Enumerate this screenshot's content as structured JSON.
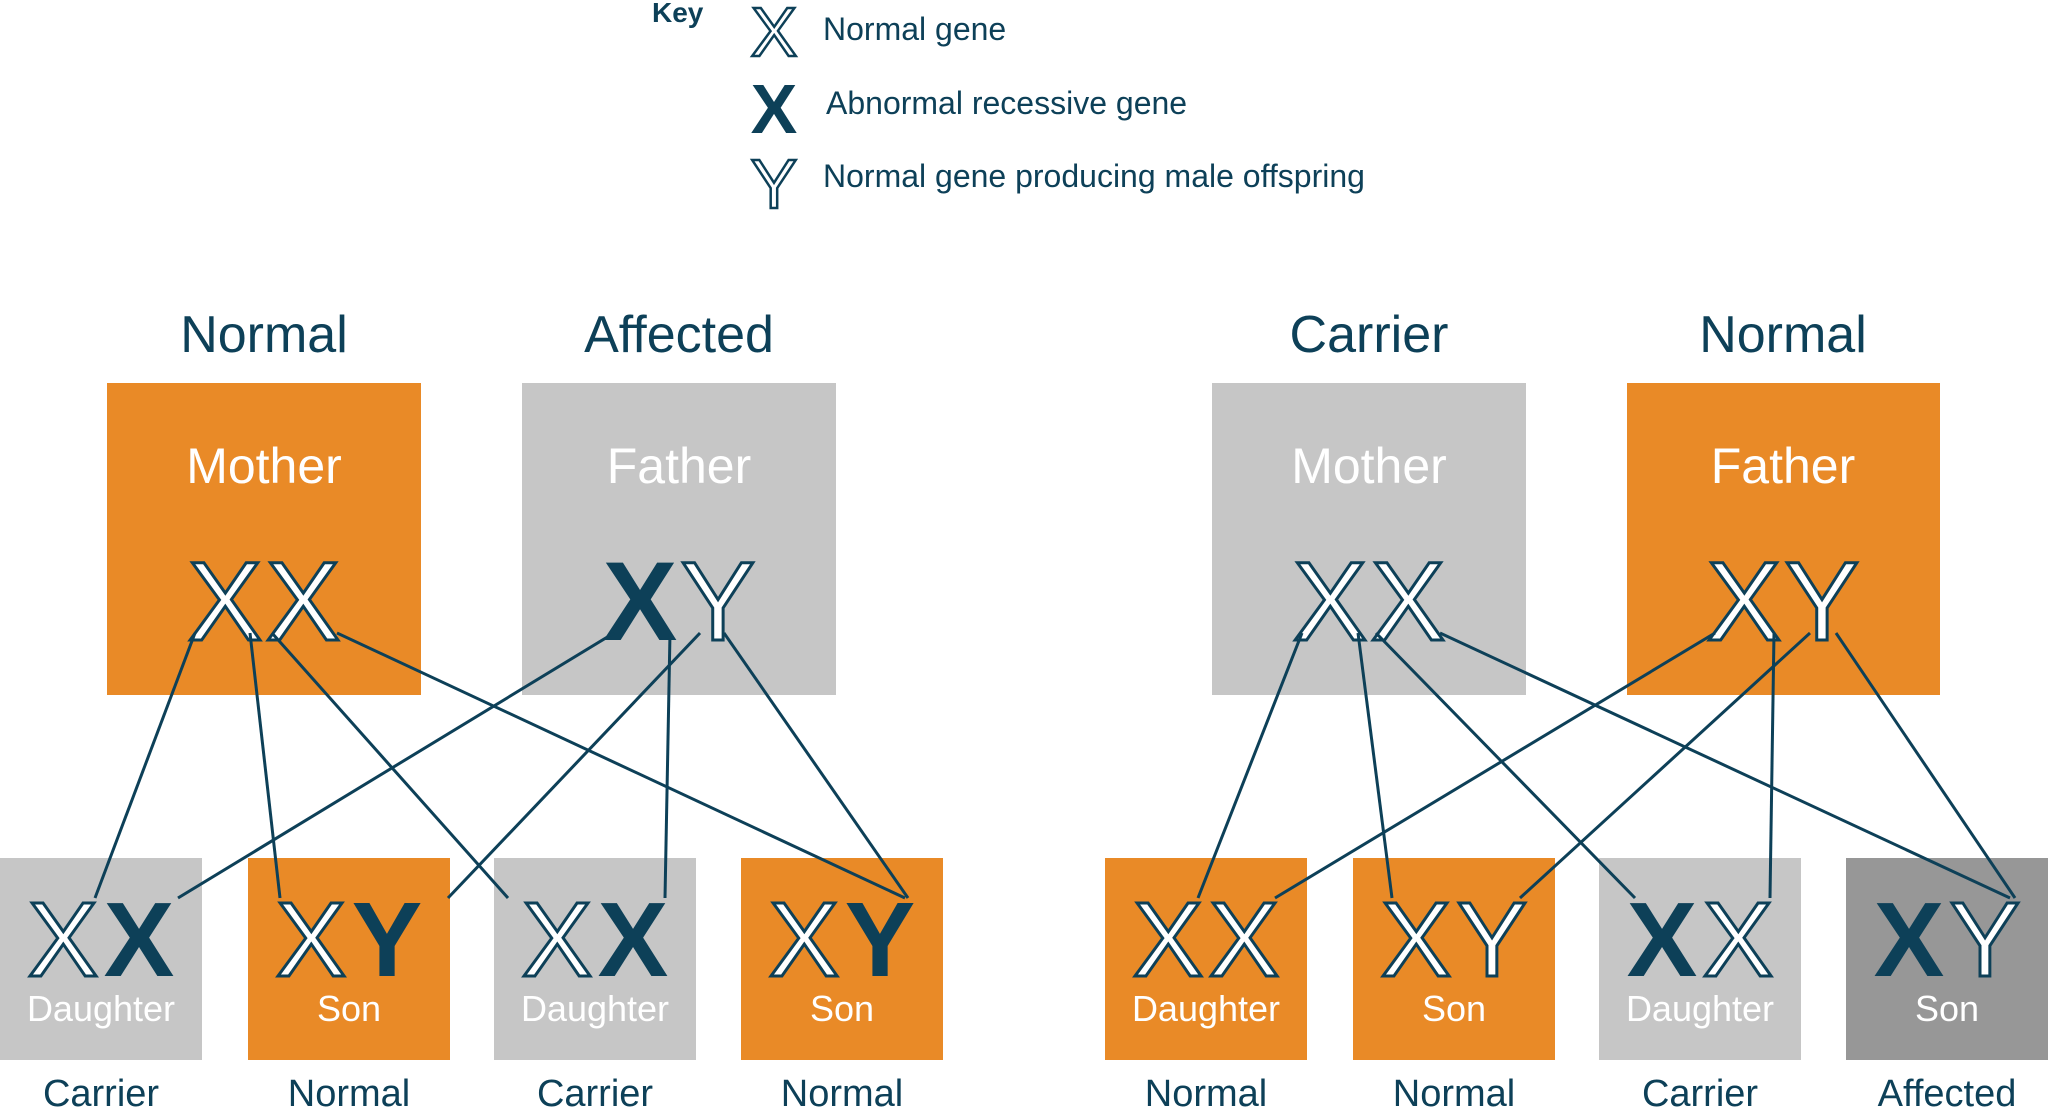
{
  "colors": {
    "navy": "#0d4058",
    "orange": "#e98a27",
    "gray": "#c6c6c6",
    "dark_gray": "#979797",
    "white": "#ffffff"
  },
  "key": {
    "title": "Key",
    "items": [
      {
        "glyph": "X",
        "style": "outline",
        "label": "Normal gene"
      },
      {
        "glyph": "X",
        "style": "solid",
        "label": "Abnormal recessive gene"
      },
      {
        "glyph": "Y",
        "style": "outline",
        "label": "Normal gene producing male offspring"
      }
    ]
  },
  "families": [
    {
      "parents": [
        {
          "status": "Normal",
          "role": "Mother",
          "fill": "orange",
          "genes": [
            {
              "g": "X",
              "abn": false
            },
            {
              "g": "X",
              "abn": false
            }
          ]
        },
        {
          "status": "Affected",
          "role": "Father",
          "fill": "gray",
          "genes": [
            {
              "g": "X",
              "abn": true
            },
            {
              "g": "Y",
              "abn": false
            }
          ]
        }
      ],
      "children": [
        {
          "role": "Daughter",
          "status": "Carrier",
          "fill": "gray",
          "genes": [
            {
              "g": "X",
              "abn": false
            },
            {
              "g": "X",
              "abn": true
            }
          ]
        },
        {
          "role": "Son",
          "status": "Normal",
          "fill": "orange",
          "genes": [
            {
              "g": "X",
              "abn": false
            },
            {
              "g": "Y",
              "abn": true
            }
          ]
        },
        {
          "role": "Daughter",
          "status": "Carrier",
          "fill": "gray",
          "genes": [
            {
              "g": "X",
              "abn": false
            },
            {
              "g": "X",
              "abn": true
            }
          ]
        },
        {
          "role": "Son",
          "status": "Normal",
          "fill": "orange",
          "genes": [
            {
              "g": "X",
              "abn": false
            },
            {
              "g": "Y",
              "abn": true
            }
          ]
        }
      ]
    },
    {
      "parents": [
        {
          "status": "Carrier",
          "role": "Mother",
          "fill": "gray",
          "genes": [
            {
              "g": "X",
              "abn": false
            },
            {
              "g": "X",
              "abn": false
            }
          ]
        },
        {
          "status": "Normal",
          "role": "Father",
          "fill": "orange",
          "genes": [
            {
              "g": "X",
              "abn": false
            },
            {
              "g": "Y",
              "abn": false
            }
          ]
        }
      ],
      "children": [
        {
          "role": "Daughter",
          "status": "Normal",
          "fill": "orange",
          "genes": [
            {
              "g": "X",
              "abn": false
            },
            {
              "g": "X",
              "abn": false
            }
          ]
        },
        {
          "role": "Son",
          "status": "Normal",
          "fill": "orange",
          "genes": [
            {
              "g": "X",
              "abn": false
            },
            {
              "g": "Y",
              "abn": false
            }
          ]
        },
        {
          "role": "Daughter",
          "status": "Carrier",
          "fill": "gray",
          "genes": [
            {
              "g": "X",
              "abn": true
            },
            {
              "g": "X",
              "abn": false
            }
          ]
        },
        {
          "role": "Son",
          "status": "Affected",
          "fill": "dark_gray",
          "genes": [
            {
              "g": "X",
              "abn": true
            },
            {
              "g": "Y",
              "abn": false
            }
          ]
        }
      ]
    }
  ]
}
